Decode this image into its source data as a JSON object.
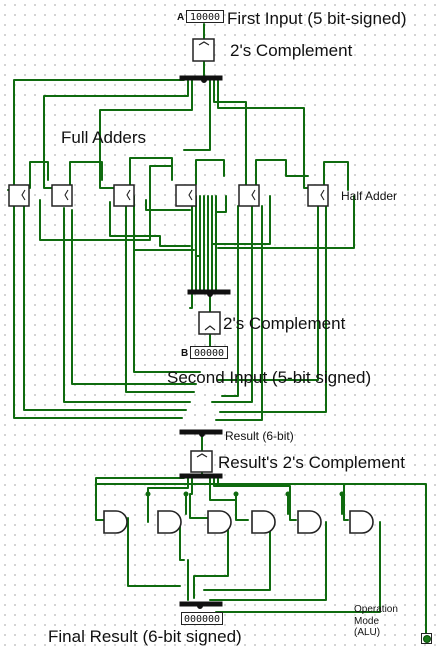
{
  "labels": {
    "first_input": "First Input (5 bit-signed)",
    "twos_complement_top": "2's Complement",
    "full_adders": "Full Adders",
    "half_adder": "Half Adder",
    "twos_complement_mid": "2's Complement",
    "second_input": "Second Input (5-bit signed)",
    "result": "Result (6-bit)",
    "result_twos_complement": "Result's 2's Complement",
    "final_result": "Final Result (6-bit signed)",
    "operation_mode_line1": "Operation",
    "operation_mode_line2": "Mode",
    "operation_mode_line3": "(ALU)"
  },
  "pins": {
    "input_a_label": "A",
    "input_a_value": "10000",
    "input_b_label": "B",
    "input_b_value": "00000",
    "output_value": "000000"
  },
  "colors": {
    "wire": "#0f6b0f",
    "component_stroke": "#222222",
    "background": "#ffffff"
  }
}
